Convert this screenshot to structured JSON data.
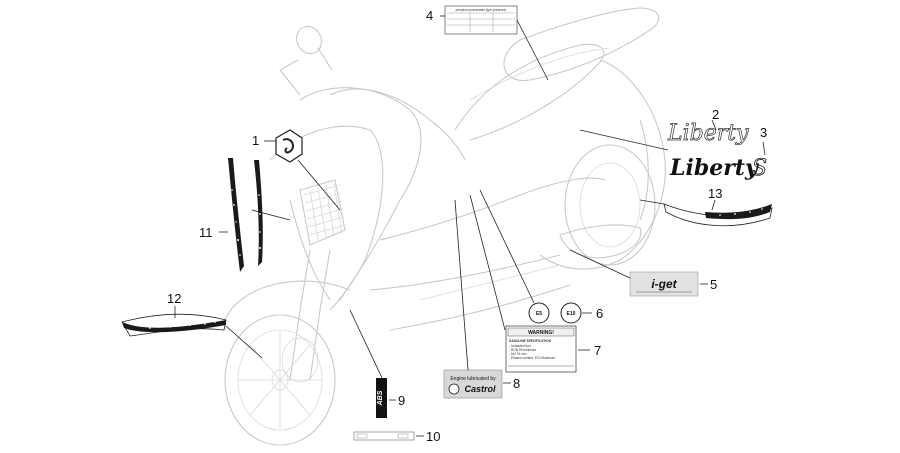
{
  "callouts": [
    {
      "n": "1"
    },
    {
      "n": "2"
    },
    {
      "n": "3"
    },
    {
      "n": "4"
    },
    {
      "n": "5"
    },
    {
      "n": "6"
    },
    {
      "n": "7"
    },
    {
      "n": "8"
    },
    {
      "n": "9"
    },
    {
      "n": "10"
    },
    {
      "n": "11"
    },
    {
      "n": "12"
    },
    {
      "n": "13"
    }
  ],
  "decals": {
    "liberty_script": "Liberty",
    "liberty_s_suffix": "S",
    "iget_logo": "i-get",
    "euro5_badge": "E5",
    "e10_badge": "E10",
    "warning_title": "WARNING!",
    "gasoline_title": "GASOLINE SPECIFICATION",
    "gasoline_lines": [
      "- Unleaded fuel",
      "- RON 95 minimum",
      "- AKI 91 min",
      "- Ethanol content: E10 Maximum"
    ],
    "engine_label": "Engine lubricated by",
    "castrol_label": "Castrol",
    "abs_label": "ABS",
    "tyre_pressure_title": "pressioni pneumatici (tyre pressure)"
  },
  "colors": {
    "line": "#c9c9c9",
    "ink": "#111111",
    "accent": "#1a1a1a"
  }
}
